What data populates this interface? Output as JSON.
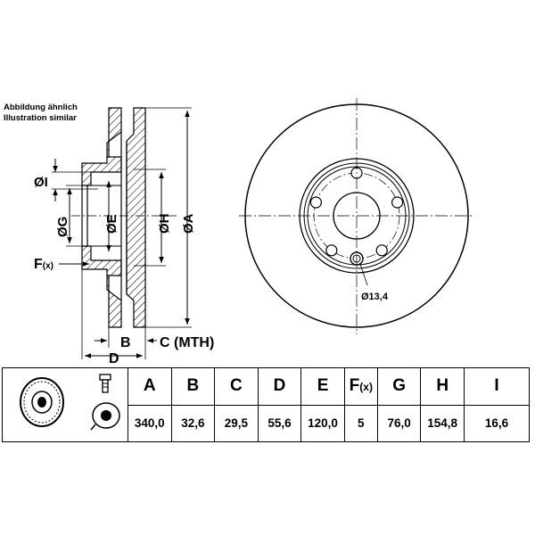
{
  "notes": [
    "Abbildung ähnlich",
    "Illustration similar"
  ],
  "diagram": {
    "dim_I": "ØI",
    "dim_G": "ØG",
    "dim_E": "ØE",
    "dim_H": "ØH",
    "dim_A": "ØA",
    "dim_F": "F",
    "dim_F_sub": "(x)",
    "dim_B": "B",
    "dim_C": "C (MTH)",
    "dim_D": "D",
    "hole_dia": "Ø13,4"
  },
  "table": {
    "headers": [
      {
        "key": "A",
        "label": "A"
      },
      {
        "key": "B",
        "label": "B"
      },
      {
        "key": "C",
        "label": "C"
      },
      {
        "key": "D",
        "label": "D"
      },
      {
        "key": "E",
        "label": "E"
      },
      {
        "key": "F",
        "label": "F",
        "sub": "(x)"
      },
      {
        "key": "G",
        "label": "G"
      },
      {
        "key": "H",
        "label": "H"
      },
      {
        "key": "I",
        "label": "I"
      }
    ],
    "values": [
      "340,0",
      "32,6",
      "29,5",
      "55,6",
      "120,0",
      "5",
      "76,0",
      "154,8",
      "16,6"
    ]
  },
  "icons": [
    "disc-thumbnail-icon",
    "bolt-icon",
    "hub-icon"
  ]
}
